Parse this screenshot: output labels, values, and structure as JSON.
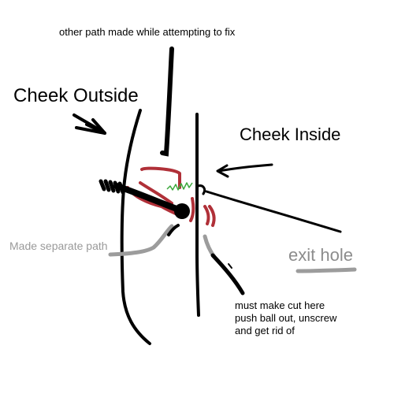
{
  "labels": {
    "top_note": "other path made while attempting to fix",
    "cheek_outside": "Cheek Outside",
    "cheek_inside": "Cheek Inside",
    "separate_path": "Made separate path",
    "exit_hole": "exit hole",
    "cut_note": [
      "must make cut here",
      "push ball out, unscrew",
      "and get rid of"
    ]
  },
  "colors": {
    "ink": "#000000",
    "jewelry_outline": "#b03038",
    "green_scribble": "#3ca83c",
    "gray_path": "#9c9c9c"
  }
}
